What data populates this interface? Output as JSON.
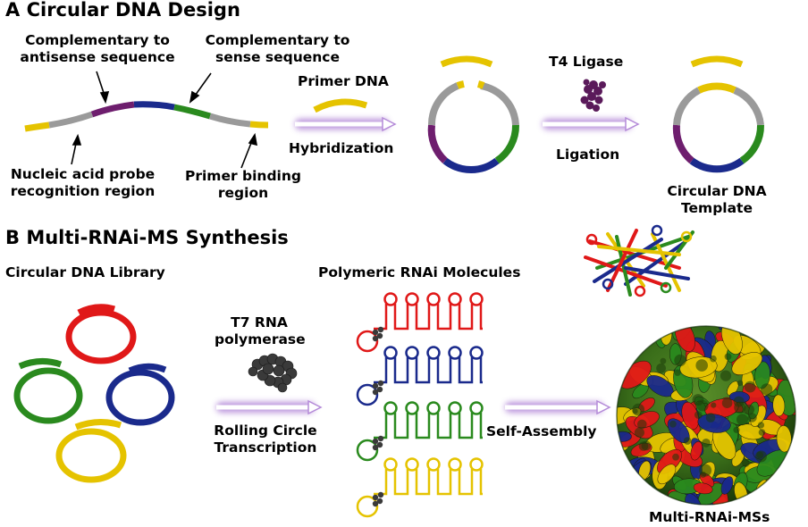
{
  "panel_a": {
    "letter": "A",
    "title": "Circular DNA Design",
    "label_antisense": [
      "Complementary to",
      "antisense sequence"
    ],
    "label_sense": [
      "Complementary to",
      "sense sequence"
    ],
    "label_probe": [
      "Nucleic acid probe",
      "recognition region"
    ],
    "label_primer_binding": [
      "Primer binding",
      "region"
    ],
    "label_primer_dna": "Primer DNA",
    "label_hybridization": "Hybridization",
    "label_ligase": "T4 Ligase",
    "label_ligation": "Ligation",
    "label_template": [
      "Circular DNA",
      "Template"
    ]
  },
  "panel_b": {
    "letter": "B",
    "title": "Multi-RNAi-MS Synthesis",
    "label_library": "Circular DNA Library",
    "label_polymeric": "Polymeric RNAi Molecules",
    "label_polymerase": [
      "T7 RNA",
      "polymerase"
    ],
    "label_rct": [
      "Rolling Circle",
      "Transcription"
    ],
    "label_self_assembly": "Self-Assembly",
    "label_product": "Multi-RNAi-MSs"
  },
  "colors": {
    "yellow": "#e5c300",
    "gray": "#9a9a9a",
    "purple": "#6e1e6e",
    "blue": "#1a2a8c",
    "green": "#2a8a1e",
    "red": "#e01818",
    "arrow_glow": "#b48ad8",
    "enzyme_purple": "#5a1a5a",
    "enzyme_gray": "#444444"
  }
}
